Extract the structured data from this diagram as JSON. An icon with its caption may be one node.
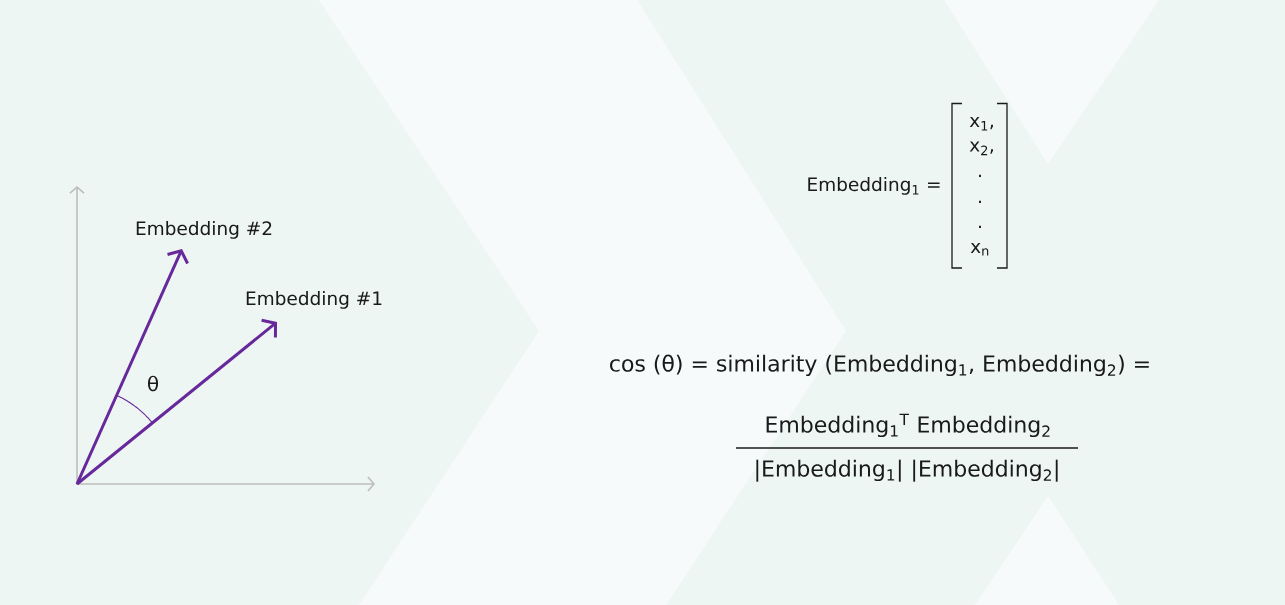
{
  "diagram": {
    "labels": [
      "Embedding #2",
      "Embedding #1",
      "θ",
      "Embedding$_{1}$ =",
      "x$_{1}$,",
      "x$_{2}$,",
      ".",
      ".",
      ".",
      "x$_{n}$",
      "cos (θ) = similarity (Embedding$_{1}$, Embedding$_{2}$) =",
      "Embedding$_{1}$$^{T}$ Embedding$_{2}$",
      "|Embedding$_{1}$| |Embedding$_{2}$|"
    ]
  }
}
